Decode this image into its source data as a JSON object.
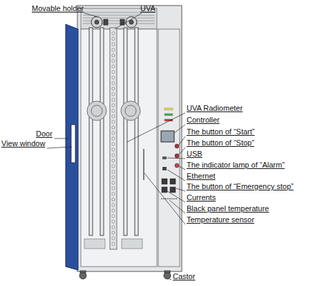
{
  "diagram": {
    "labels": [
      "Movable holder",
      "UVA",
      "UVA Radiometer",
      "Controller",
      "The button of “Start”",
      "The button of “Stop”",
      "USB",
      "The indicator lamp of “Alarm”",
      "Ethernet",
      "The button of “Emergency stop”",
      "Currents",
      "Black panel temperature",
      "Temperature sensor",
      "Door",
      "View window",
      "Castor"
    ]
  }
}
